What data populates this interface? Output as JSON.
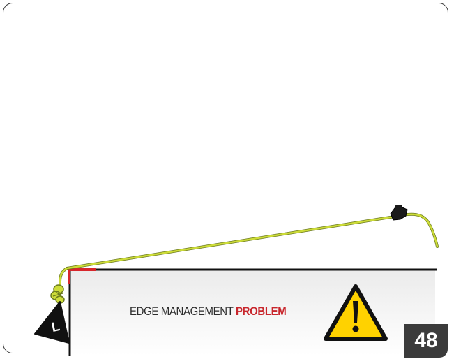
{
  "slide": {
    "caption_prefix": "EDGE MANAGEMENT ",
    "caption_highlight": "PROBLEM",
    "page_number": "48",
    "leader_marker": "L"
  },
  "colors": {
    "rope": "#cddc39",
    "rope_outline": "#6b7a1e",
    "edge_highlight": "#d7262b",
    "warning_fill": "#ffd200",
    "warning_stroke": "#111111",
    "badge": "#3b3b3b",
    "caption_text": "#2b2b2b",
    "caption_highlight": "#c8262c"
  },
  "icons": {
    "warning": "warning-triangle-icon",
    "leader": "leader-triangle-icon",
    "carabiner": "carabiner-icon",
    "knot": "knot-icon"
  }
}
